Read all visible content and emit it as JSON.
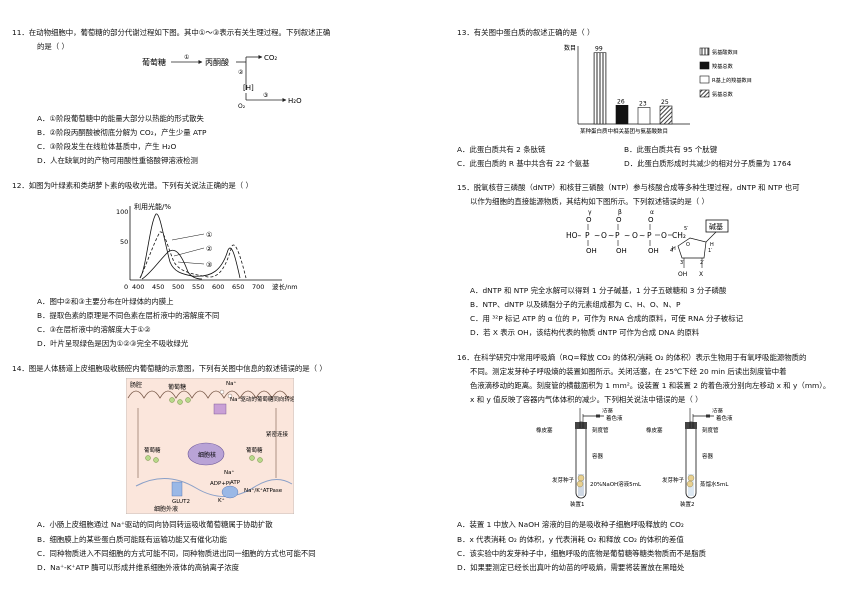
{
  "q11": {
    "stem1": "11．在动物细胞中，葡萄糖的部分代谢过程如下图。其中①～③表示有关生理过程。下列叙述正确",
    "stem2": "的是（    ）",
    "diagram": {
      "glucose": "葡萄糖",
      "pyruvate": "丙酮酸",
      "co2": "CO₂",
      "h": "[H]",
      "o2": "O₂",
      "h2o": "H₂O",
      "p1": "①",
      "p2": "②",
      "p3": "③"
    },
    "options": [
      "A．①阶段葡萄糖中的能量大部分以热能的形式散失",
      "B．②阶段丙酮酸被彻底分解为 CO₂，产生少量 ATP",
      "C．③阶段发生在线粒体基质中，产生 H₂O",
      "D．人在缺氧时的产物可用酸性重铬酸钾溶液检测"
    ]
  },
  "q12": {
    "stem": "12．如图为叶绿素和类胡萝卜素的吸收光谱。下列有关说法正确的是（    ）",
    "chart": {
      "ylabel": "利用光能/%",
      "yticks": [
        "100",
        "50"
      ],
      "xticks": [
        "0",
        "400",
        "450",
        "500",
        "550",
        "600",
        "650",
        "700"
      ],
      "xlabel": "波长/nm",
      "curve_labels": [
        "①",
        "②",
        "③"
      ]
    },
    "options": [
      "A．图中②和③主要分布在叶绿体的内膜上",
      "B．提取色素的原理是不同色素在层析液中的溶解度不同",
      "C．③在层析液中的溶解度大于①②",
      "D．叶片呈现绿色是因为①②③完全不吸收绿光"
    ]
  },
  "q14": {
    "stem": "14．图是人体肠道上皮细胞吸收肠腔内葡萄糖的示意图，下列有关图中信息的叙述错误的是（    ）",
    "diagram": {
      "lumen": "肠腔",
      "glucose_top": "葡萄糖",
      "na_top": "Na⁺",
      "cotransporter": "Na⁺驱动的葡萄糖同向转运载体",
      "tight_junction": "紧密连接",
      "nucleus": "细胞核",
      "glucose_left": "葡萄糖",
      "glucose_right": "葡萄糖",
      "na_mid": "Na⁺",
      "adp": "ADP+Pi",
      "atp": "ATP",
      "pump": "Na⁺/K⁺ATPase",
      "glut2": "GLUT2",
      "k": "K⁺",
      "extracellular": "细胞外液"
    },
    "options": [
      "A．小肠上皮细胞通过 Na⁺驱动的同向协同转运吸收葡萄糖属于协助扩散",
      "B．细胞膜上的某些蛋白质可能既有运输功能又有催化功能",
      "C．同种物质进入不同细胞的方式可能不同，同种物质进出同一细胞的方式也可能不同",
      "D．Na⁺-K⁺ATP 酶可以形成并维系细胞外液体的高钠离子浓度"
    ]
  },
  "q13": {
    "stem": "13．有关图中蛋白质的叙述正确的是（    ）",
    "chart_data": {
      "type": "bar",
      "ylabel": "数目",
      "xlabel": "某种蛋白质中相关基团与氨基酸数目",
      "values": [
        99,
        26,
        23,
        25
      ],
      "series": [
        {
          "name": "氨基酸数目",
          "value": 99
        },
        {
          "name": "羧基总数",
          "value": 26
        },
        {
          "name": "R基上的羧基数目",
          "value": 23
        },
        {
          "name": "氨基总数",
          "value": 25
        }
      ]
    },
    "options": [
      "A．此蛋白质共有 2 条肽链",
      "B．此蛋白质共有 95 个肽键",
      "C．此蛋白质的 R 基中共含有 22 个氨基",
      "D．此蛋白质形成时共减少的相对分子质量为 1764"
    ]
  },
  "q15": {
    "stem1": "15．脱氧核苷三磷酸（dNTP）和核苷三磷酸（NTP）参与核酸合成等多种生理过程，dNTP 和 NTP 也可",
    "stem2": "以作为细胞的直接能源物质，其结构如下图所示。下列叙述错误的是（    ）",
    "structure": {
      "gamma": "γ",
      "beta": "β",
      "alpha": "α",
      "ho": "HO–",
      "p": "P",
      "o": "O",
      "ch2": "CH₂",
      "base": "碱基",
      "c5": "5′",
      "c4": "4′",
      "c3": "3′",
      "c2": "2′",
      "c1": "1′",
      "oh": "OH",
      "x": "X",
      "h": "H"
    },
    "options": [
      "A．dNTP 和 NTP 完全水解可以得到 1 分子碱基，1 分子五碳糖和 3 分子磷酸",
      "B．NTP、dNTP 以及磷脂分子的元素组成都为 C、H、O、N、P",
      "C．用 ³²P 标记 ATP 的 α 位的 P，可作为 RNA 合成的原料，可使 RNA 分子被标记",
      "D．若 X 表示 OH，该结构代表的物质 dNTP 可作为合成 DNA 的原料"
    ]
  },
  "q16": {
    "stem1": "16．在科学研究中常用呼吸熵（RQ=释放 CO₂ 的体积/消耗 O₂ 的体积）表示生物用于有氧呼吸能源物质的",
    "stem2": "不同。测定发芽种子呼吸熵的装置如图所示。关闭活塞，在 25℃下经 20 min 后读出刻度管中着",
    "stem3": "色液滴移动的距离。刻度管的横截面积为 1 mm²。设装置 1 和装置 2 的着色液分别向左移动 x 和 y（mm）。",
    "stem4": "x 和 y 值反映了容器内气体体积的减少。下列相关说法中错误的是（    ）",
    "apparatus": {
      "stopcock": "活塞",
      "dye": "着色液",
      "rubber": "橡皮塞",
      "scale": "刻度管",
      "container": "容器",
      "solution1": "20%NaOH溶液5mL",
      "solution2": "蒸馏水5mL",
      "seeds": "发芽种子",
      "device1": "装置1",
      "device2": "装置2"
    },
    "options": [
      "A．装置 1 中放入 NaOH 溶液的目的是吸收种子细胞呼吸释放的 CO₂",
      "B．x 代表消耗 O₂ 的体积，y 代表消耗 O₂ 和释放 CO₂ 的体积的差值",
      "C．该实验中的发芽种子中，细胞呼吸的底物是葡萄糖等糖类物质而不是脂质",
      "D．如果要测定已经长出真叶的幼苗的呼吸熵，需要将装置放在黑暗处"
    ]
  }
}
